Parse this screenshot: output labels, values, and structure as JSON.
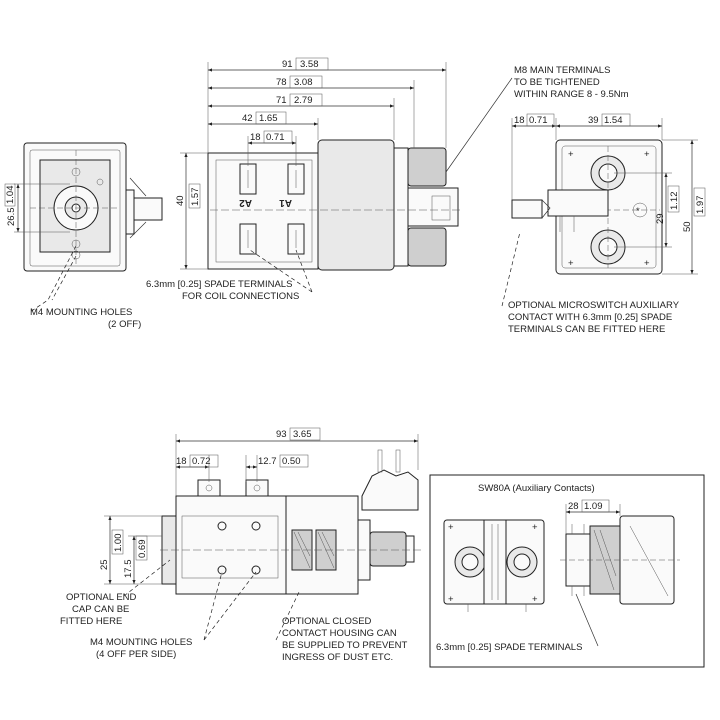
{
  "top_views": {
    "dim_91": "91",
    "dim_91_in": "3.58",
    "dim_78": "78",
    "dim_78_in": "3.08",
    "dim_71": "71",
    "dim_71_in": "2.79",
    "dim_42": "42",
    "dim_42_in": "1.65",
    "dim_18": "18",
    "dim_18_in": "0.71",
    "dim_40": "40",
    "dim_40_in": "1.57",
    "dim_26_5": "26.5",
    "dim_26_5_in": "1.04",
    "terminal_a1": "A1",
    "terminal_a2": "A2",
    "note_main_terminals": [
      "M8 MAIN TERMINALS",
      "TO BE TIGHTENED",
      "WITHIN RANGE 8 - 9.5Nm"
    ],
    "note_spade_coil": [
      "6.3mm [0.25] SPADE  TERMINALS",
      "FOR COIL CONNECTIONS"
    ],
    "note_mounting_2": [
      "M4 MOUNTING HOLES",
      "(2 OFF)"
    ],
    "right_dim_18": "18",
    "right_dim_18_in": "0.71",
    "right_dim_39": "39",
    "right_dim_39_in": "1.54",
    "right_dim_29": "29",
    "right_dim_29_in": "1.12",
    "right_dim_50": "50",
    "right_dim_50_in": "1.97",
    "note_microswitch": [
      "OPTIONAL MICROSWITCH AUXILIARY",
      "CONTACT WITH 6.3mm [0.25] SPADE",
      "TERMINALS CAN BE FITTED HERE"
    ]
  },
  "bottom_views": {
    "dim_93": "93",
    "dim_93_in": "3.65",
    "dim_18": "18",
    "dim_18_in": "0.72",
    "dim_12_7": "12.7",
    "dim_12_7_in": "0.50",
    "dim_25": "25",
    "dim_25_in": "1.00",
    "dim_17_5": "17.5",
    "dim_17_5_in": "0.69",
    "note_end_cap": [
      "OPTIONAL END",
      "CAP CAN BE",
      "FITTED HERE"
    ],
    "note_mounting_4": [
      "M4 MOUNTING HOLES",
      "(4 OFF PER SIDE)"
    ],
    "note_housing": [
      "OPTIONAL CLOSED",
      "CONTACT HOUSING CAN",
      "BE SUPPLIED TO PREVENT",
      "INGRESS OF DUST ETC."
    ]
  },
  "aux_panel": {
    "title": "SW80A (Auxiliary Contacts)",
    "dim_28": "28",
    "dim_28_in": "1.09",
    "note_spade": "6.3mm [0.25] SPADE TERMINALS"
  }
}
